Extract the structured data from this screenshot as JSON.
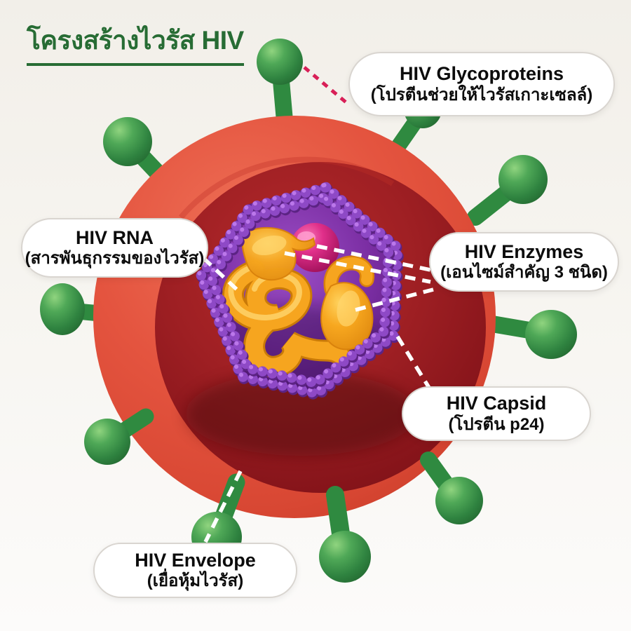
{
  "title": {
    "text": "โครงสร้างไวรัส HIV"
  },
  "labels": {
    "glycoproteins": {
      "en": "HIV Glycoproteins",
      "th": "(โปรตีนช่วยให้ไวรัสเกาะเซลล์)"
    },
    "rna": {
      "en": "HIV RNA",
      "th": "(สารพันธุกรรมของไวรัส)"
    },
    "enzymes": {
      "en": "HIV Enzymes",
      "th": "(เอนไซม์สำคัญ 3 ชนิด)"
    },
    "capsid": {
      "en": "HIV Capsid",
      "th": "(โปรตีน p24)"
    },
    "envelope": {
      "en": "HIV Envelope",
      "th": "(เยื่อหุ้มไวรัส)"
    }
  },
  "colors": {
    "background_top": "#f2efe9",
    "background_bottom": "#fcfbfa",
    "title_green": "#276c34",
    "envelope_red": "#e2503c",
    "interior_dark_red": "#9c1d22",
    "spike_green": "#3f9e4e",
    "capsid_bead_purple": "#8e49c6",
    "capsid_interior_purple": "#7b2ea3",
    "rna_orange": "#f6a51f",
    "enzyme_pink": "#d6217c",
    "connector_white": "#ffffff",
    "connector_crimson": "#d81f57",
    "label_border": "#d9d5d0",
    "label_background": "#ffffff",
    "label_text": "#0c0c0c"
  }
}
